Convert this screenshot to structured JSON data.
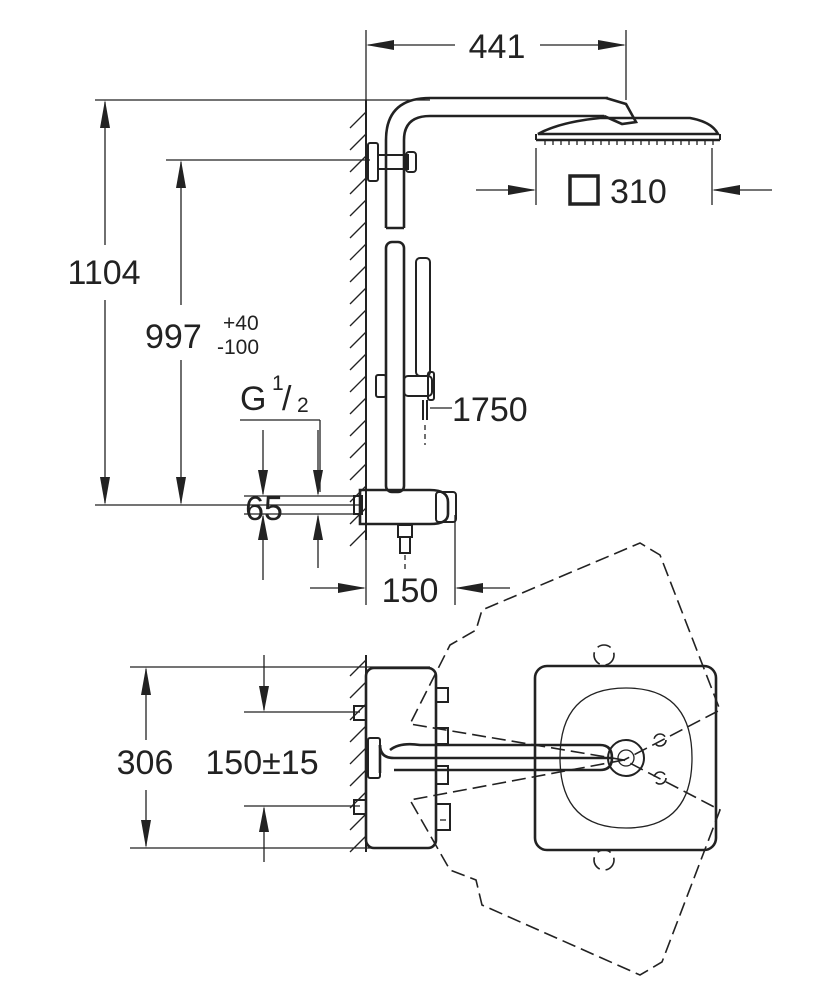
{
  "dimensions": {
    "top_width": "441",
    "head_size": "310",
    "total_height": "1104",
    "mount_height": "997",
    "mount_tol_plus": "+40",
    "mount_tol_minus": "-100",
    "thread_g": "G",
    "thread_num": "1",
    "thread_slash": "/",
    "thread_den": "2",
    "hose_length": "1750",
    "inlet_spacing": "65",
    "thermostat_depth": "150",
    "plan_width": "306",
    "plan_centers": "150±15"
  },
  "colors": {
    "line": "#222222",
    "background": "#ffffff"
  },
  "icons": {
    "square_symbol": "square-outline-icon"
  }
}
